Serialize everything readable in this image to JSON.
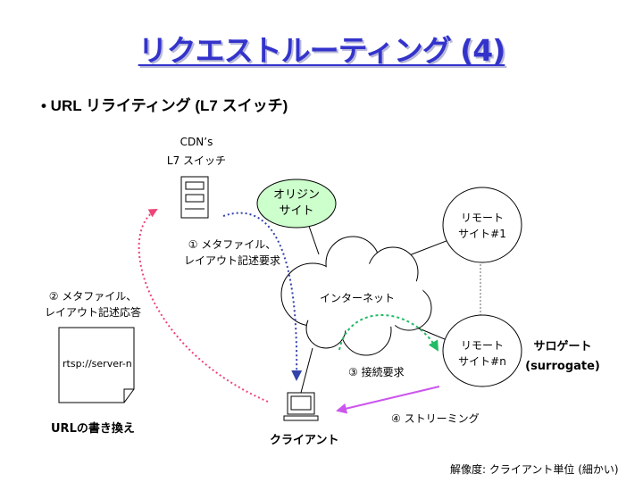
{
  "slide": {
    "title": "リクエストルーティング (4)",
    "bullet": "• URL リライティング (L7 スイッチ)",
    "footnote": "解像度: クライアント単位 (細かい)"
  },
  "nodes": {
    "l7_switch_line1": "CDN’s",
    "l7_switch_line2": "L7 スイッチ",
    "origin_line1": "オリジン",
    "origin_line2": "サイト",
    "remote1_line1": "リモート",
    "remote1_line2": "サイト#1",
    "remoten_line1": "リモート",
    "remoten_line2": "サイト#n",
    "internet": "インターネット",
    "client": "クライアント",
    "surrogate_line1": "サロゲート",
    "surrogate_line2": "(surrogate)",
    "document_text": "rtsp://server-n",
    "url_rewrite": "URLの書き換え"
  },
  "steps": {
    "step1_line1": "① メタファイル、",
    "step1_line2": "レイアウト記述要求",
    "step2_line1": "② メタファイル、",
    "step2_line2": "レイアウト記述応答",
    "step3": "③ 接続要求",
    "step4": "④ ストリーミング"
  },
  "colors": {
    "title": "#3333cc",
    "request_arrow": "#ee4477",
    "response_arrow": "#3344aa",
    "connect_arrow": "#22bb66",
    "stream_arrow": "#cc55ee"
  }
}
